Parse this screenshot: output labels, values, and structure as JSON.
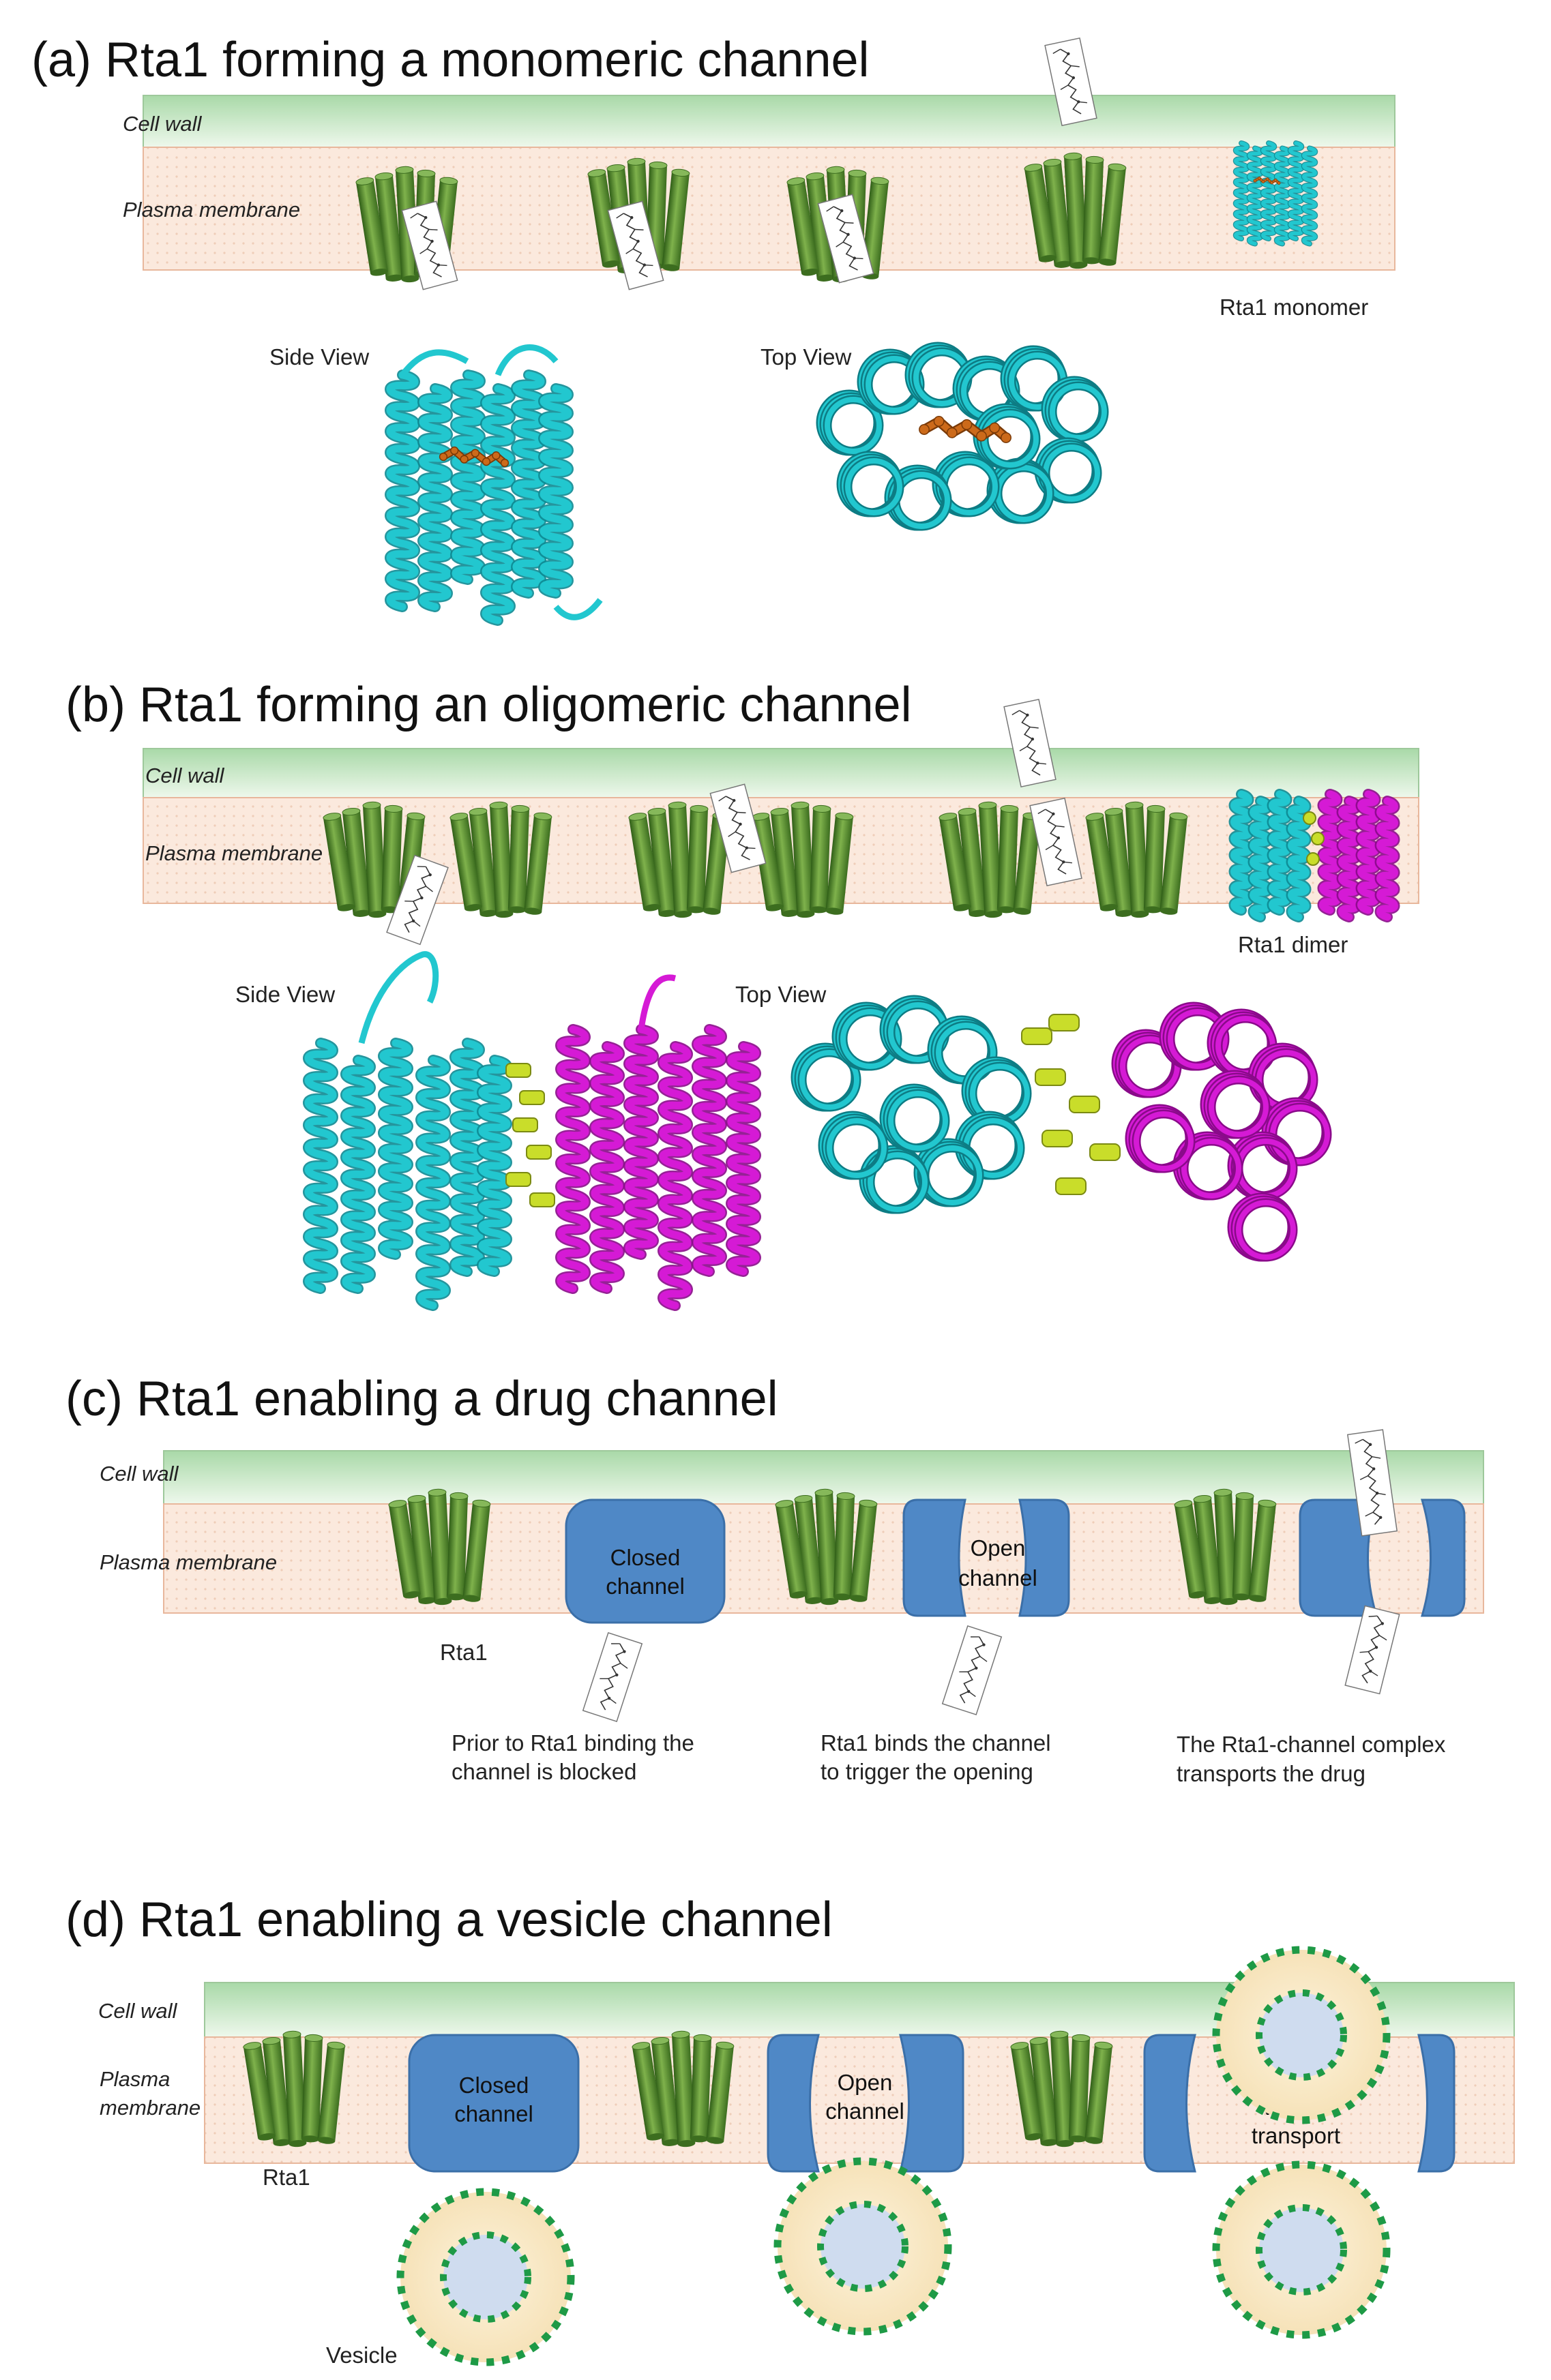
{
  "panels": [
    {
      "title": "(a) Rta1 forming a monomeric channel",
      "cell_wall": "Cell wall",
      "plasma_membrane": "Plasma membrane",
      "structure_label": "Rta1 monomer",
      "side_view": "Side View",
      "top_view": "Top View"
    },
    {
      "title": "(b) Rta1 forming an oligomeric channel",
      "cell_wall": "Cell wall",
      "plasma_membrane": "Plasma membrane",
      "structure_label": "Rta1 dimer",
      "side_view": "Side View",
      "top_view": "Top View"
    },
    {
      "title": "(c) Rta1 enabling a drug channel",
      "cell_wall": "Cell wall",
      "plasma_membrane": "Plasma membrane",
      "rta1": "Rta1",
      "closed_channel": [
        "Closed",
        "channel"
      ],
      "open_channel": [
        "Open",
        "channel"
      ],
      "captions": [
        [
          "Prior to Rta1 binding the",
          "channel is blocked"
        ],
        [
          "Rta1 binds the channel",
          "to trigger the opening"
        ],
        [
          "The Rta1-channel  complex",
          "transports the drug"
        ]
      ]
    },
    {
      "title": "(d) Rta1 enabling a vesicle channel",
      "cell_wall": "Cell wall",
      "plasma_membrane": [
        "Plasma",
        "membrane"
      ],
      "rta1": "Rta1",
      "closed_channel": [
        "Closed",
        "channel"
      ],
      "open_channel": [
        "Open",
        "channel"
      ],
      "transport": [
        "Vesicle",
        "transport"
      ],
      "vesicle": "Vesicle"
    }
  ],
  "colors": {
    "cell_wall": "#cfeacb",
    "membrane": "#fbe8dc",
    "helix_cylinder": "#5d8f35",
    "channel": "#4f88c6",
    "protein_a": "#22c7cf",
    "protein_b": "#d51ad5",
    "ligand_monomer": "#cc6a1a",
    "ligand_dimer": "#c9dd2a",
    "vesicle_dots": "#1e9a46",
    "vesicle_body": "#fbeccc",
    "vesicle_core": "#cfdcef"
  }
}
